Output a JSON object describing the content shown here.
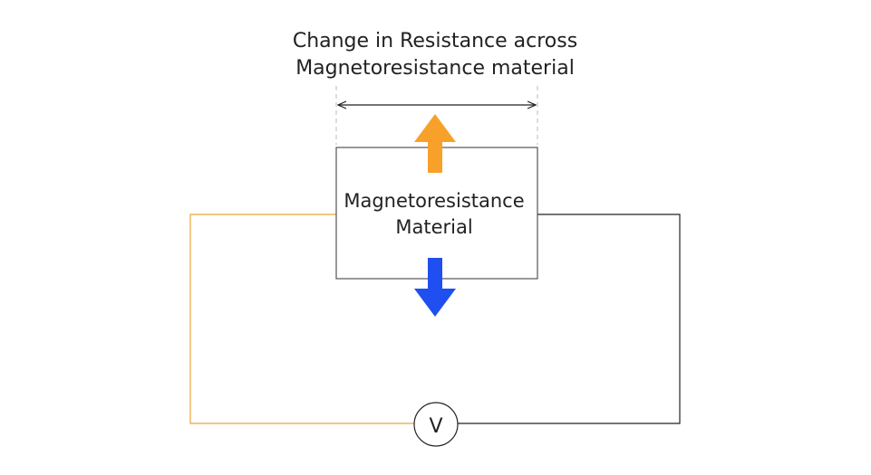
{
  "title": {
    "line1": "Change in Resistance across",
    "line2": "Magnetoresistance material"
  },
  "material_box": {
    "line1": "Magnetoresistance",
    "line2": "Material"
  },
  "voltmeter": {
    "label": "V"
  },
  "colors": {
    "left_wire": "#E8A735",
    "right_wire": "#222222",
    "arrow_up": "#F7A12B",
    "arrow_down": "#1F4FF0",
    "box_stroke": "#555555",
    "dimension_line": "#222222",
    "guide_line": "#bbbbbb"
  },
  "icons": {
    "up_arrow": "orange-up-arrow-icon",
    "down_arrow": "blue-down-arrow-icon",
    "dimension_arrow": "double-headed-arrow-icon"
  }
}
